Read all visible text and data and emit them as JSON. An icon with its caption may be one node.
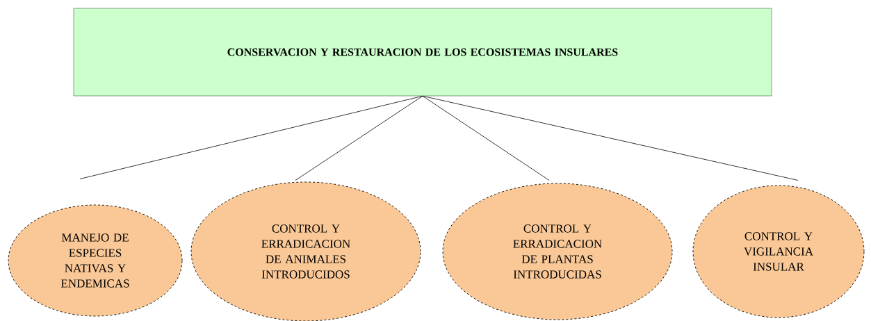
{
  "diagram": {
    "nodes": [
      {
        "text": [
          "CONSERVACION Y RESTAURACION DE LOS ECOSISTEMAS INSULARES"
        ]
      },
      {
        "text": [
          "MANEJO DE ESPECIES NATIVAS Y ENDEMICAS"
        ]
      },
      {
        "text": [
          "CONTROL Y ERRADICACION DE ANIMALES INTRODUCIDOS"
        ]
      },
      {
        "text": [
          "CONTROL Y ERRADICACION DE PLANTAS INTRODUCIDAS"
        ]
      },
      {
        "text": [
          "CONTROL Y VIGILANCIA INSULAR"
        ]
      }
    ],
    "edges": [
      {
        "from": 0,
        "to": 1,
        "arrow": "none"
      },
      {
        "from": 0,
        "to": 2,
        "arrow": "none"
      },
      {
        "from": 0,
        "to": 3,
        "arrow": "none"
      },
      {
        "from": 0,
        "to": 4,
        "arrow": "none"
      }
    ]
  }
}
